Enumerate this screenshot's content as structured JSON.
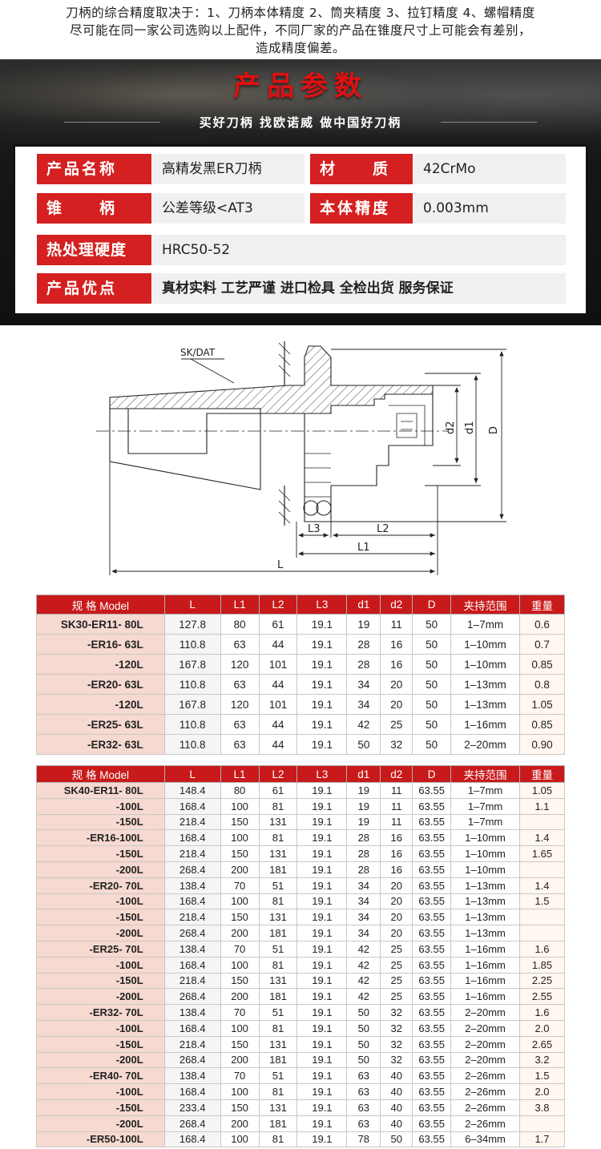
{
  "intro": {
    "line1": "刀柄的综合精度取决于：1、刀柄本体精度 2、筒夹精度 3、拉钉精度 4、螺帽精度",
    "line2": "尽可能在同一家公司选购以上配件，不同厂家的产品在锥度尺寸上可能会有差别，",
    "line3": "造成精度偏差。"
  },
  "hero": {
    "title": "产品参数",
    "slogan": "买好刀柄  找欧诺威  做中国好刀柄"
  },
  "params": {
    "name_label": "产品名称",
    "name_value": "高精发黑ER刀柄",
    "material_label": "材　　质",
    "material_value": "42CrMo",
    "taper_label": "锥　　柄",
    "taper_value": "公差等级<AT3",
    "precision_label": "本体精度",
    "precision_value": "0.003mm",
    "hardness_label": "热处理硬度",
    "hardness_value": "HRC50-52",
    "advantage_label": "产品优点",
    "advantage_value": "真材实料  工艺严谨  进口检具  全检出货  服务保证"
  },
  "drawing": {
    "sk_label": "SK/DAT",
    "l_label": "L",
    "l1_label": "L1",
    "l2_label": "L2",
    "l3_label": "L3",
    "d_label": "D",
    "d1_label": "d1",
    "d2_label": "d2"
  },
  "headers": [
    "规 格 Model",
    "L",
    "L1",
    "L2",
    "L3",
    "d1",
    "d2",
    "D",
    "夹持范围",
    "重量"
  ],
  "table1": [
    [
      "SK30-ER11- 80L",
      "127.8",
      "80",
      "61",
      "19.1",
      "19",
      "11",
      "50",
      "1–7mm",
      "0.6"
    ],
    [
      "-ER16- 63L",
      "110.8",
      "63",
      "44",
      "19.1",
      "28",
      "16",
      "50",
      "1–10mm",
      "0.7"
    ],
    [
      "-120L",
      "167.8",
      "120",
      "101",
      "19.1",
      "28",
      "16",
      "50",
      "1–10mm",
      "0.85"
    ],
    [
      "-ER20- 63L",
      "110.8",
      "63",
      "44",
      "19.1",
      "34",
      "20",
      "50",
      "1–13mm",
      "0.8"
    ],
    [
      "-120L",
      "167.8",
      "120",
      "101",
      "19.1",
      "34",
      "20",
      "50",
      "1–13mm",
      "1.05"
    ],
    [
      "-ER25- 63L",
      "110.8",
      "63",
      "44",
      "19.1",
      "42",
      "25",
      "50",
      "1–16mm",
      "0.85"
    ],
    [
      "-ER32- 63L",
      "110.8",
      "63",
      "44",
      "19.1",
      "50",
      "32",
      "50",
      "2–20mm",
      "0.90"
    ]
  ],
  "table2": [
    [
      "SK40-ER11- 80L",
      "148.4",
      "80",
      "61",
      "19.1",
      "19",
      "11",
      "63.55",
      "1–7mm",
      "1.05"
    ],
    [
      "-100L",
      "168.4",
      "100",
      "81",
      "19.1",
      "19",
      "11",
      "63.55",
      "1–7mm",
      "1.1"
    ],
    [
      "-150L",
      "218.4",
      "150",
      "131",
      "19.1",
      "19",
      "11",
      "63.55",
      "1–7mm",
      ""
    ],
    [
      "-ER16-100L",
      "168.4",
      "100",
      "81",
      "19.1",
      "28",
      "16",
      "63.55",
      "1–10mm",
      "1.4"
    ],
    [
      "-150L",
      "218.4",
      "150",
      "131",
      "19.1",
      "28",
      "16",
      "63.55",
      "1–10mm",
      "1.65"
    ],
    [
      "-200L",
      "268.4",
      "200",
      "181",
      "19.1",
      "28",
      "16",
      "63.55",
      "1–10mm",
      ""
    ],
    [
      "-ER20- 70L",
      "138.4",
      "70",
      "51",
      "19.1",
      "34",
      "20",
      "63.55",
      "1–13mm",
      "1.4"
    ],
    [
      "-100L",
      "168.4",
      "100",
      "81",
      "19.1",
      "34",
      "20",
      "63.55",
      "1–13mm",
      "1.5"
    ],
    [
      "-150L",
      "218.4",
      "150",
      "131",
      "19.1",
      "34",
      "20",
      "63.55",
      "1–13mm",
      ""
    ],
    [
      "-200L",
      "268.4",
      "200",
      "181",
      "19.1",
      "34",
      "20",
      "63.55",
      "1–13mm",
      ""
    ],
    [
      "-ER25- 70L",
      "138.4",
      "70",
      "51",
      "19.1",
      "42",
      "25",
      "63.55",
      "1–16mm",
      "1.6"
    ],
    [
      "-100L",
      "168.4",
      "100",
      "81",
      "19.1",
      "42",
      "25",
      "63.55",
      "1–16mm",
      "1.85"
    ],
    [
      "-150L",
      "218.4",
      "150",
      "131",
      "19.1",
      "42",
      "25",
      "63.55",
      "1–16mm",
      "2.25"
    ],
    [
      "-200L",
      "268.4",
      "200",
      "181",
      "19.1",
      "42",
      "25",
      "63.55",
      "1–16mm",
      "2.55"
    ],
    [
      "-ER32- 70L",
      "138.4",
      "70",
      "51",
      "19.1",
      "50",
      "32",
      "63.55",
      "2–20mm",
      "1.6"
    ],
    [
      "-100L",
      "168.4",
      "100",
      "81",
      "19.1",
      "50",
      "32",
      "63.55",
      "2–20mm",
      "2.0"
    ],
    [
      "-150L",
      "218.4",
      "150",
      "131",
      "19.1",
      "50",
      "32",
      "63.55",
      "2–20mm",
      "2.65"
    ],
    [
      "-200L",
      "268.4",
      "200",
      "181",
      "19.1",
      "50",
      "32",
      "63.55",
      "2–20mm",
      "3.2"
    ],
    [
      "-ER40- 70L",
      "138.4",
      "70",
      "51",
      "19.1",
      "63",
      "40",
      "63.55",
      "2–26mm",
      "1.5"
    ],
    [
      "-100L",
      "168.4",
      "100",
      "81",
      "19.1",
      "63",
      "40",
      "63.55",
      "2–26mm",
      "2.0"
    ],
    [
      "-150L",
      "233.4",
      "150",
      "131",
      "19.1",
      "63",
      "40",
      "63.55",
      "2–26mm",
      "3.8"
    ],
    [
      "-200L",
      "268.4",
      "200",
      "181",
      "19.1",
      "63",
      "40",
      "63.55",
      "2–26mm",
      ""
    ],
    [
      "-ER50-100L",
      "168.4",
      "100",
      "81",
      "19.1",
      "78",
      "50",
      "63.55",
      "6–34mm",
      "1.7"
    ]
  ],
  "colors": {
    "accent_red": "#d42020",
    "header_red": "#c81a1a",
    "model_bg": "#f6d9d0"
  }
}
